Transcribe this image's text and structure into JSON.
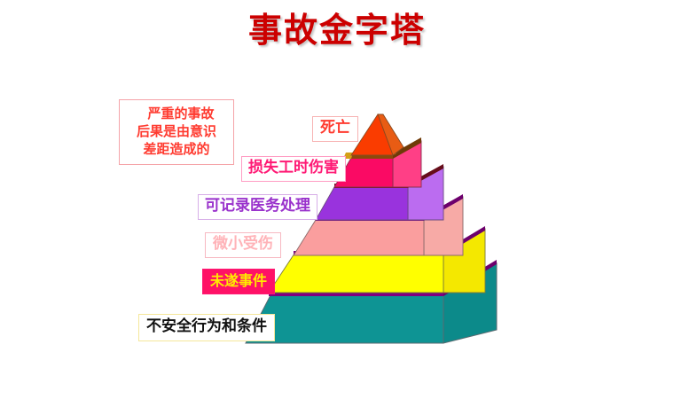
{
  "slide": {
    "title": "事故金字塔",
    "background_color": "#ffffff",
    "title_color": "#cc0000"
  },
  "callout": {
    "name": "serious-consequence-note",
    "line1": "严重的事故",
    "line2": "后果是由意识",
    "line3": "差距造成的",
    "text_color": "#ff3b30",
    "border_color": "#f5a3a8"
  },
  "labels": {
    "death": {
      "text": "死亡",
      "text_color": "#ff3b30",
      "border_color": "#f7b3b3",
      "fill_color": "#ffffff"
    },
    "lost_time": {
      "text": "损失工时伤害",
      "text_color": "#ff1a75",
      "border_color": "#ff9ec4",
      "fill_color": "#ffffff"
    },
    "medical": {
      "text": "可记录医务处理",
      "text_color": "#9a33cc",
      "border_color": "#d7aee8",
      "fill_color": "#ffffff"
    },
    "minor": {
      "text": "微小受伤",
      "text_color": "#ffb3b8",
      "border_color": "#f7b9c2",
      "fill_color": "#ffffff"
    },
    "near_miss": {
      "text": "未遂事件",
      "text_color": "#ffea00",
      "border_color": "#ff1a75",
      "fill_color": "#ff1166"
    },
    "unsafe": {
      "text": "不安全行为和条件",
      "text_color": "#111111",
      "border_color": "#f5e79a",
      "fill_color": "#ffffff"
    }
  },
  "pyramid": {
    "name": "accident-pyramid",
    "layer_count": 6,
    "layers": [
      {
        "level": 1,
        "name": "death",
        "label": "死亡",
        "front_color": "#fa3c00",
        "side_color": "#e85c14",
        "band_color": "#8c4a0a"
      },
      {
        "level": 2,
        "name": "lost-time-injury",
        "label": "损失工时伤害",
        "front_color": "#fa0a64",
        "side_color": "#ff3f86",
        "band_color": "#8a0f3c"
      },
      {
        "level": 3,
        "name": "recordable-medical-treatment",
        "label": "可记录医务处理",
        "front_color": "#9933dd",
        "side_color": "#bb6cf0",
        "band_color": "#7a0f7a"
      },
      {
        "level": 4,
        "name": "minor-injury",
        "label": "微小受伤",
        "front_color": "#fa9e9e",
        "side_color": "#f7aaa6",
        "band_color": "#800080"
      },
      {
        "level": 5,
        "name": "near-miss",
        "label": "未遂事件",
        "front_color": "#ffff00",
        "side_color": "#f4e800",
        "band_color": "#800080"
      },
      {
        "level": 6,
        "name": "unsafe-acts-and-conditions",
        "label": "不安全行为和条件",
        "front_color": "#0e9494",
        "side_color": "#0c8a8a",
        "band_color": "#4b6066"
      }
    ]
  }
}
